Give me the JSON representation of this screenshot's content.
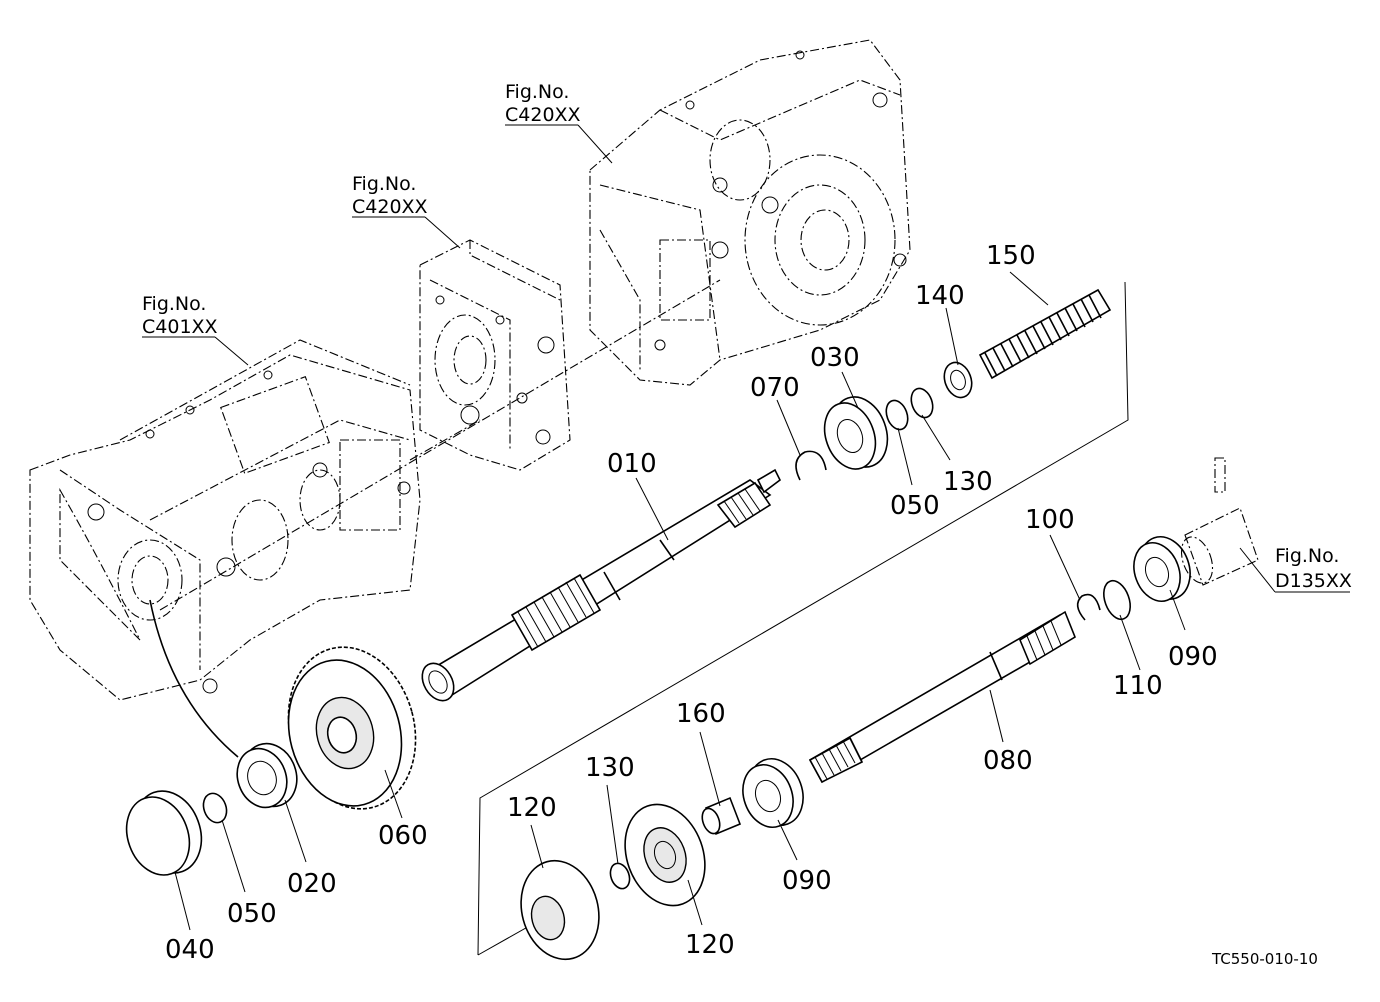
{
  "figure_refs": [
    {
      "title": "Fig.No.",
      "code": "C420XX"
    },
    {
      "title": "Fig.No.",
      "code": "C420XX"
    },
    {
      "title": "Fig.No.",
      "code": "C401XX"
    },
    {
      "title": "Fig.No.",
      "code": "D135XX"
    }
  ],
  "part_labels": [
    "150",
    "140",
    "030",
    "070",
    "130",
    "010",
    "050",
    "100",
    "090",
    "110",
    "080",
    "160",
    "130",
    "120",
    "120",
    "090",
    "060",
    "020",
    "050",
    "040"
  ],
  "drawing_code": "TC550-010-10"
}
